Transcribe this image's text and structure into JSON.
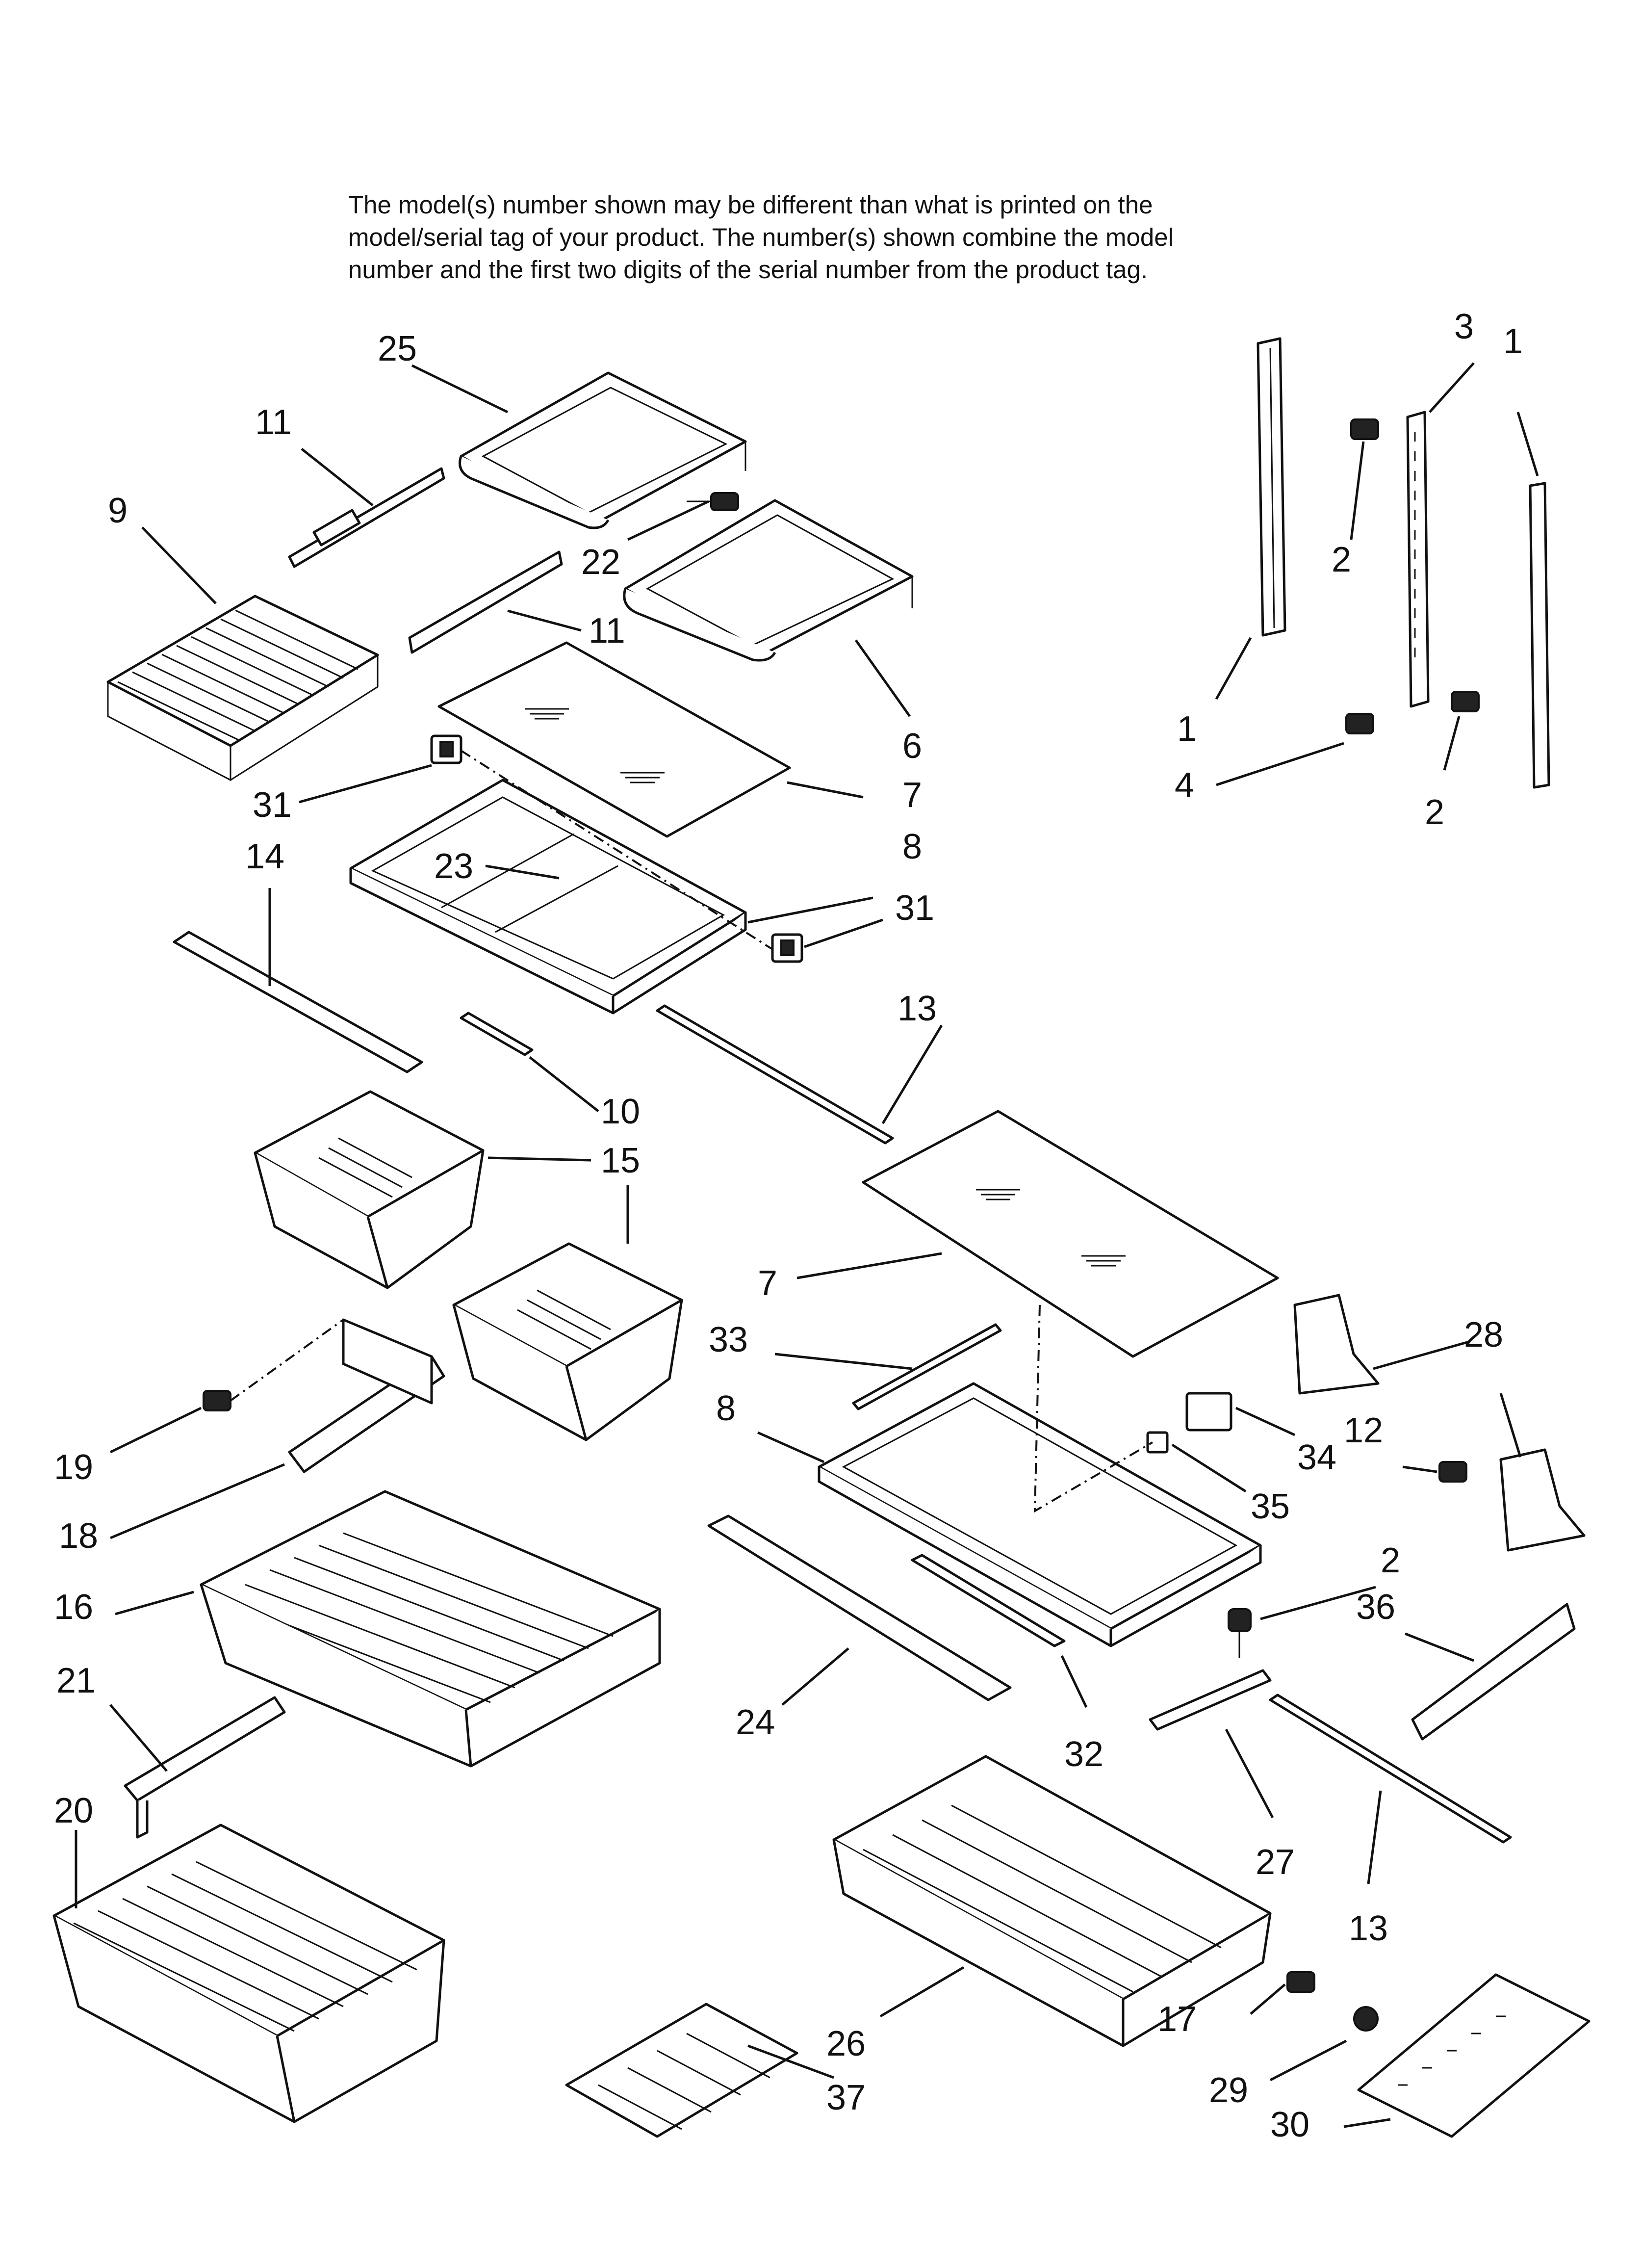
{
  "note": {
    "line1": "The model(s) number shown may be different than what is printed on the",
    "line2": "model/serial tag of your product. The number(s) shown combine the model",
    "line3": "number and the first two digits of the serial number from the product tag."
  },
  "callouts": [
    {
      "id": "c25",
      "label": "25"
    },
    {
      "id": "c11a",
      "label": "11"
    },
    {
      "id": "c9",
      "label": "9"
    },
    {
      "id": "c22",
      "label": "22"
    },
    {
      "id": "c11b",
      "label": "11"
    },
    {
      "id": "c6",
      "label": "6"
    },
    {
      "id": "c7a",
      "label": "7"
    },
    {
      "id": "c31a",
      "label": "31"
    },
    {
      "id": "c14",
      "label": "14"
    },
    {
      "id": "c23",
      "label": "23"
    },
    {
      "id": "c8a",
      "label": "8"
    },
    {
      "id": "c31b",
      "label": "31"
    },
    {
      "id": "c13a",
      "label": "13"
    },
    {
      "id": "c10",
      "label": "10"
    },
    {
      "id": "c15",
      "label": "15"
    },
    {
      "id": "c3",
      "label": "3"
    },
    {
      "id": "c1a",
      "label": "1"
    },
    {
      "id": "c2a",
      "label": "2"
    },
    {
      "id": "c1b",
      "label": "1"
    },
    {
      "id": "c4",
      "label": "4"
    },
    {
      "id": "c2b",
      "label": "2"
    },
    {
      "id": "c7b",
      "label": "7"
    },
    {
      "id": "c33",
      "label": "33"
    },
    {
      "id": "c8b",
      "label": "8"
    },
    {
      "id": "c28",
      "label": "28"
    },
    {
      "id": "c34",
      "label": "34"
    },
    {
      "id": "c12",
      "label": "12"
    },
    {
      "id": "c35",
      "label": "35"
    },
    {
      "id": "c19",
      "label": "19"
    },
    {
      "id": "c18",
      "label": "18"
    },
    {
      "id": "c16",
      "label": "16"
    },
    {
      "id": "c21",
      "label": "21"
    },
    {
      "id": "c20",
      "label": "20"
    },
    {
      "id": "c2c",
      "label": "2"
    },
    {
      "id": "c36",
      "label": "36"
    },
    {
      "id": "c24",
      "label": "24"
    },
    {
      "id": "c32",
      "label": "32"
    },
    {
      "id": "c27",
      "label": "27"
    },
    {
      "id": "c13b",
      "label": "13"
    },
    {
      "id": "c26",
      "label": "26"
    },
    {
      "id": "c37",
      "label": "37"
    },
    {
      "id": "c17",
      "label": "17"
    },
    {
      "id": "c29",
      "label": "29"
    },
    {
      "id": "c30",
      "label": "30"
    }
  ]
}
